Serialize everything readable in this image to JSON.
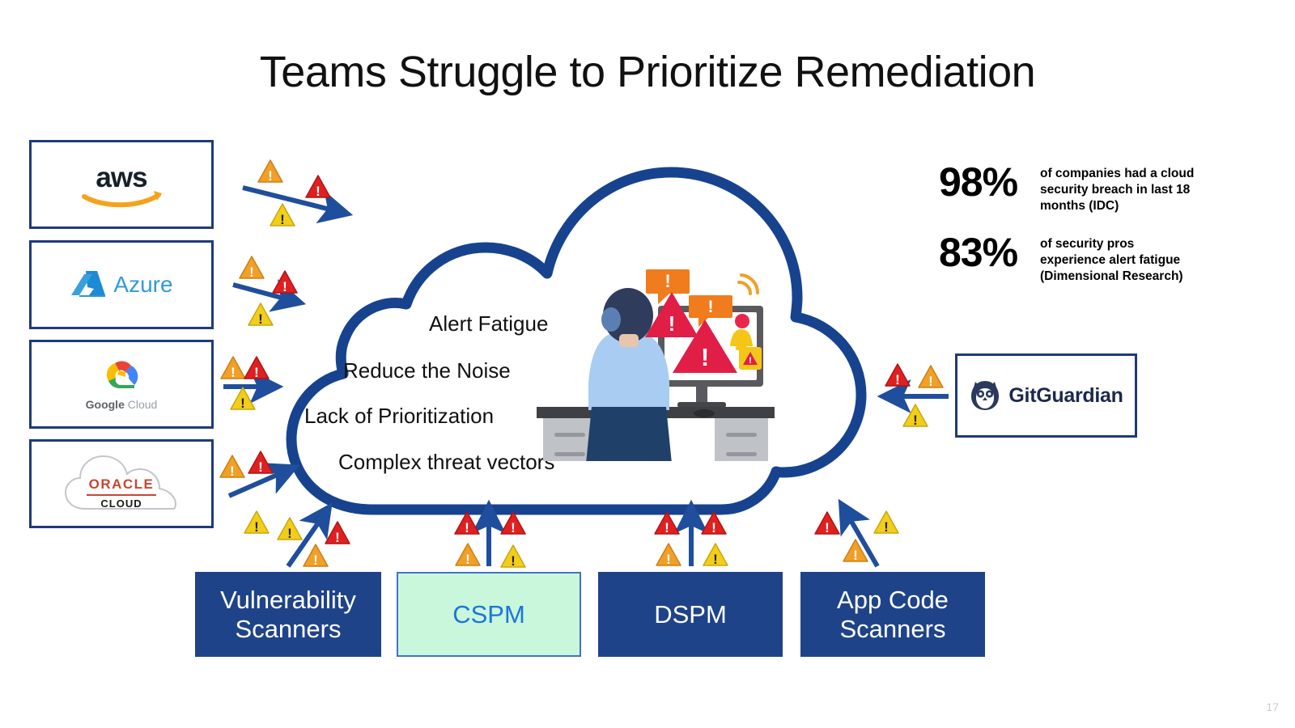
{
  "slide": {
    "title": "Teams Struggle to Prioritize Remediation",
    "page_number": "17",
    "accent_navy": "#1F3A7A",
    "box_navy": "#1F4389",
    "cspm_fill": "#C8F7DC",
    "cspm_text": "#1F74D8",
    "arrow_color": "#1F4E9C"
  },
  "providers": [
    {
      "name": "aws",
      "label": "aws",
      "logo": "aws-logo"
    },
    {
      "name": "azure",
      "label": "Azure",
      "logo": "azure-logo"
    },
    {
      "name": "google-cloud",
      "label": "Google Cloud",
      "label_bold": "Google",
      "label_light": "Cloud",
      "logo": "google-cloud-logo"
    },
    {
      "name": "oracle-cloud",
      "label": "ORACLE",
      "sublabel": "CLOUD",
      "logo": "oracle-cloud-logo"
    }
  ],
  "vendor": {
    "name": "GitGuardian",
    "label": "GitGuardian",
    "logo": "gitguardian-owl-logo"
  },
  "cloud": {
    "labels": [
      "Alert Fatigue",
      "Reduce the Noise",
      "Lack of Prioritization",
      "Complex threat vectors"
    ],
    "illustration": "person-at-desk-with-alerts"
  },
  "tools": [
    {
      "name": "vulnerability-scanners",
      "line1": "Vulnerability",
      "line2": "Scanners",
      "style": "dark"
    },
    {
      "name": "cspm",
      "line1": "CSPM",
      "line2": "",
      "style": "light"
    },
    {
      "name": "dspm",
      "line1": "DSPM",
      "line2": "",
      "style": "dark"
    },
    {
      "name": "app-code-scanners",
      "line1": "App Code",
      "line2": "Scanners",
      "style": "dark"
    }
  ],
  "stats": [
    {
      "percent": "98%",
      "description": "of companies had a cloud security breach in last 18 months (IDC)"
    },
    {
      "percent": "83%",
      "description": "of security pros experience alert fatigue (Dimensional Research)"
    }
  ],
  "alert_colors": {
    "red": "#E02020",
    "orange": "#F0A028",
    "yellow": "#F2CE1B"
  }
}
